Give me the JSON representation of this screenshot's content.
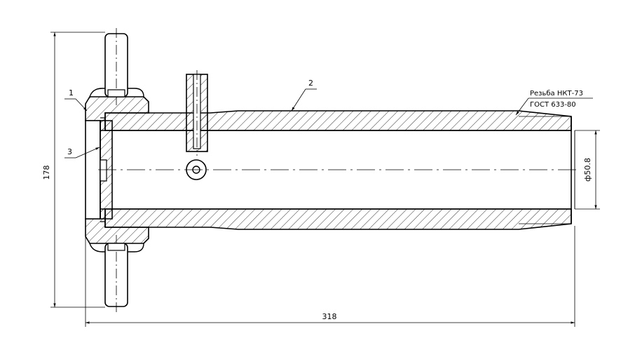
{
  "callouts": {
    "part_1": "1",
    "part_2": "2",
    "part_3": "3"
  },
  "thread_note": {
    "line1": "Резьба НКТ-73",
    "line2": "ГОСТ 633-80"
  },
  "dimensions": {
    "overall_height": "178",
    "overall_length": "318",
    "bore_diameter": "ф50.8"
  },
  "colors": {
    "line": "#000000",
    "hatch": "#000000",
    "background": "#ffffff"
  }
}
